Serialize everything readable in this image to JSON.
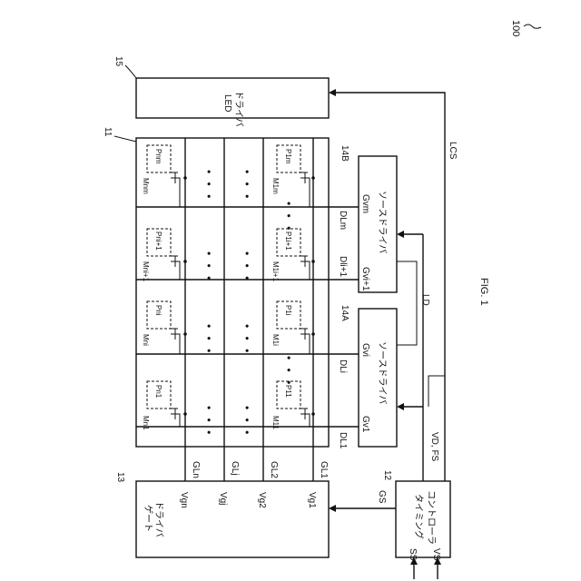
{
  "diagram": {
    "ref_main": "100",
    "figure_label": "FIG. 1",
    "blocks": {
      "led_driver": {
        "ref": "15",
        "line1": "LED",
        "line2": "ドライバ"
      },
      "panel": {
        "ref": "11"
      },
      "gate_driver": {
        "ref": "13",
        "line1": "ゲート",
        "line2": "ドライバ"
      },
      "timing_controller": {
        "ref": "12",
        "line1": "タイミング",
        "line2": "コントローラ"
      },
      "source_driver_a": {
        "ref": "14A",
        "label": "ソースドライバ"
      },
      "source_driver_b": {
        "ref": "14B",
        "label": "ソースドライバ"
      }
    },
    "gate_lines": [
      "GLn",
      "GLj",
      "GL2",
      "GL1"
    ],
    "gate_outputs": [
      "Vgn",
      "Vgj",
      "Vg2",
      "Vg1"
    ],
    "data_lines": [
      "DL1",
      "DLi",
      "Dli+1",
      "DLm"
    ],
    "source_outputs": [
      "Gv1",
      "Gvi",
      "Gvi+1",
      "Gvm"
    ],
    "pixels": {
      "top_row": [
        "Pn1",
        "Pni",
        "Pni+1",
        "Pnm"
      ],
      "bottom_row": [
        "P11",
        "P1i",
        "P1i+1",
        "P1m"
      ]
    },
    "transistors": {
      "top_row": [
        "Mn1",
        "Mni",
        "Mni+1",
        "Mnm"
      ],
      "bottom_row": [
        "M11",
        "M1i",
        "M1i+1",
        "M1m"
      ]
    },
    "signals": {
      "lcs": "LCS",
      "ld": "LD",
      "gs": "GS",
      "vd_fs": "VD, FS",
      "ss": "SS",
      "vs": "VS"
    },
    "ellipsis": "• • •"
  }
}
